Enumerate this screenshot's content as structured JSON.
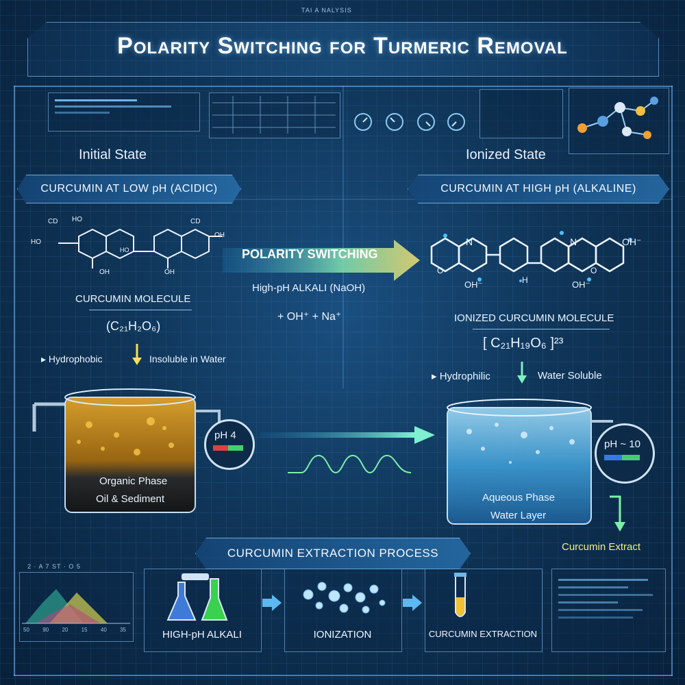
{
  "header": {
    "tag": "TAI A NALYSIS",
    "title": "Polarity Switching for Turmeric Removal"
  },
  "left": {
    "state_label": "Initial State",
    "banner": "CURCUMIN AT LOW pH (ACIDIC)",
    "molecule_label": "CURCUMIN MOLECULE",
    "formula": "(C₂₁H₂O₆)",
    "property_left": "Hydrophobic",
    "property_right": "Insoluble in Water",
    "phase_line1": "Organic Phase",
    "phase_line2": "Oil & Sediment",
    "ph_value": "pH 4",
    "atoms": [
      "CD",
      "HO",
      "HO",
      "OH",
      "OH",
      "CD",
      "OH",
      "HO"
    ]
  },
  "center": {
    "switch_label": "POLARITY SWITCHING",
    "reagent": "High-pH ALKALI (NaOH)",
    "ions": "+ OH⁺ + Na⁺"
  },
  "right": {
    "state_label": "Ionized State",
    "banner": "CURCUMIN AT HIGH pH (ALKALINE)",
    "molecule_label": "IONIZED CURCUMIN MOLECULE",
    "formula": "[ C₂₁H₁₉O₆ ]²³",
    "property_left": "Hydrophilic",
    "property_right": "Water Soluble",
    "phase_line1": "Aqueous Phase",
    "phase_line2": "Water Layer",
    "ph_value": "pH ~ 10",
    "extract_label": "Curcumin Extract",
    "atoms": [
      "N",
      "N",
      "OH⁻",
      "OH⁻",
      "OH⁻",
      "H",
      "O",
      "O"
    ]
  },
  "process": {
    "title": "CURCUMIN EXTRACTION PROCESS",
    "chart_tag": "2 · A 7 ST · O 5",
    "chart_ticks": [
      "50",
      "90",
      "20",
      "15",
      "40",
      "35"
    ],
    "steps": [
      "HIGH-pH ALKALI",
      "IONIZATION",
      "CURCUMIN EXTRACTION"
    ]
  },
  "colors": {
    "organic": "#c98a1c",
    "aqueous": "#4aa8d8",
    "accent": "#f3f07a",
    "arrow_green": "#7ef0a6"
  }
}
